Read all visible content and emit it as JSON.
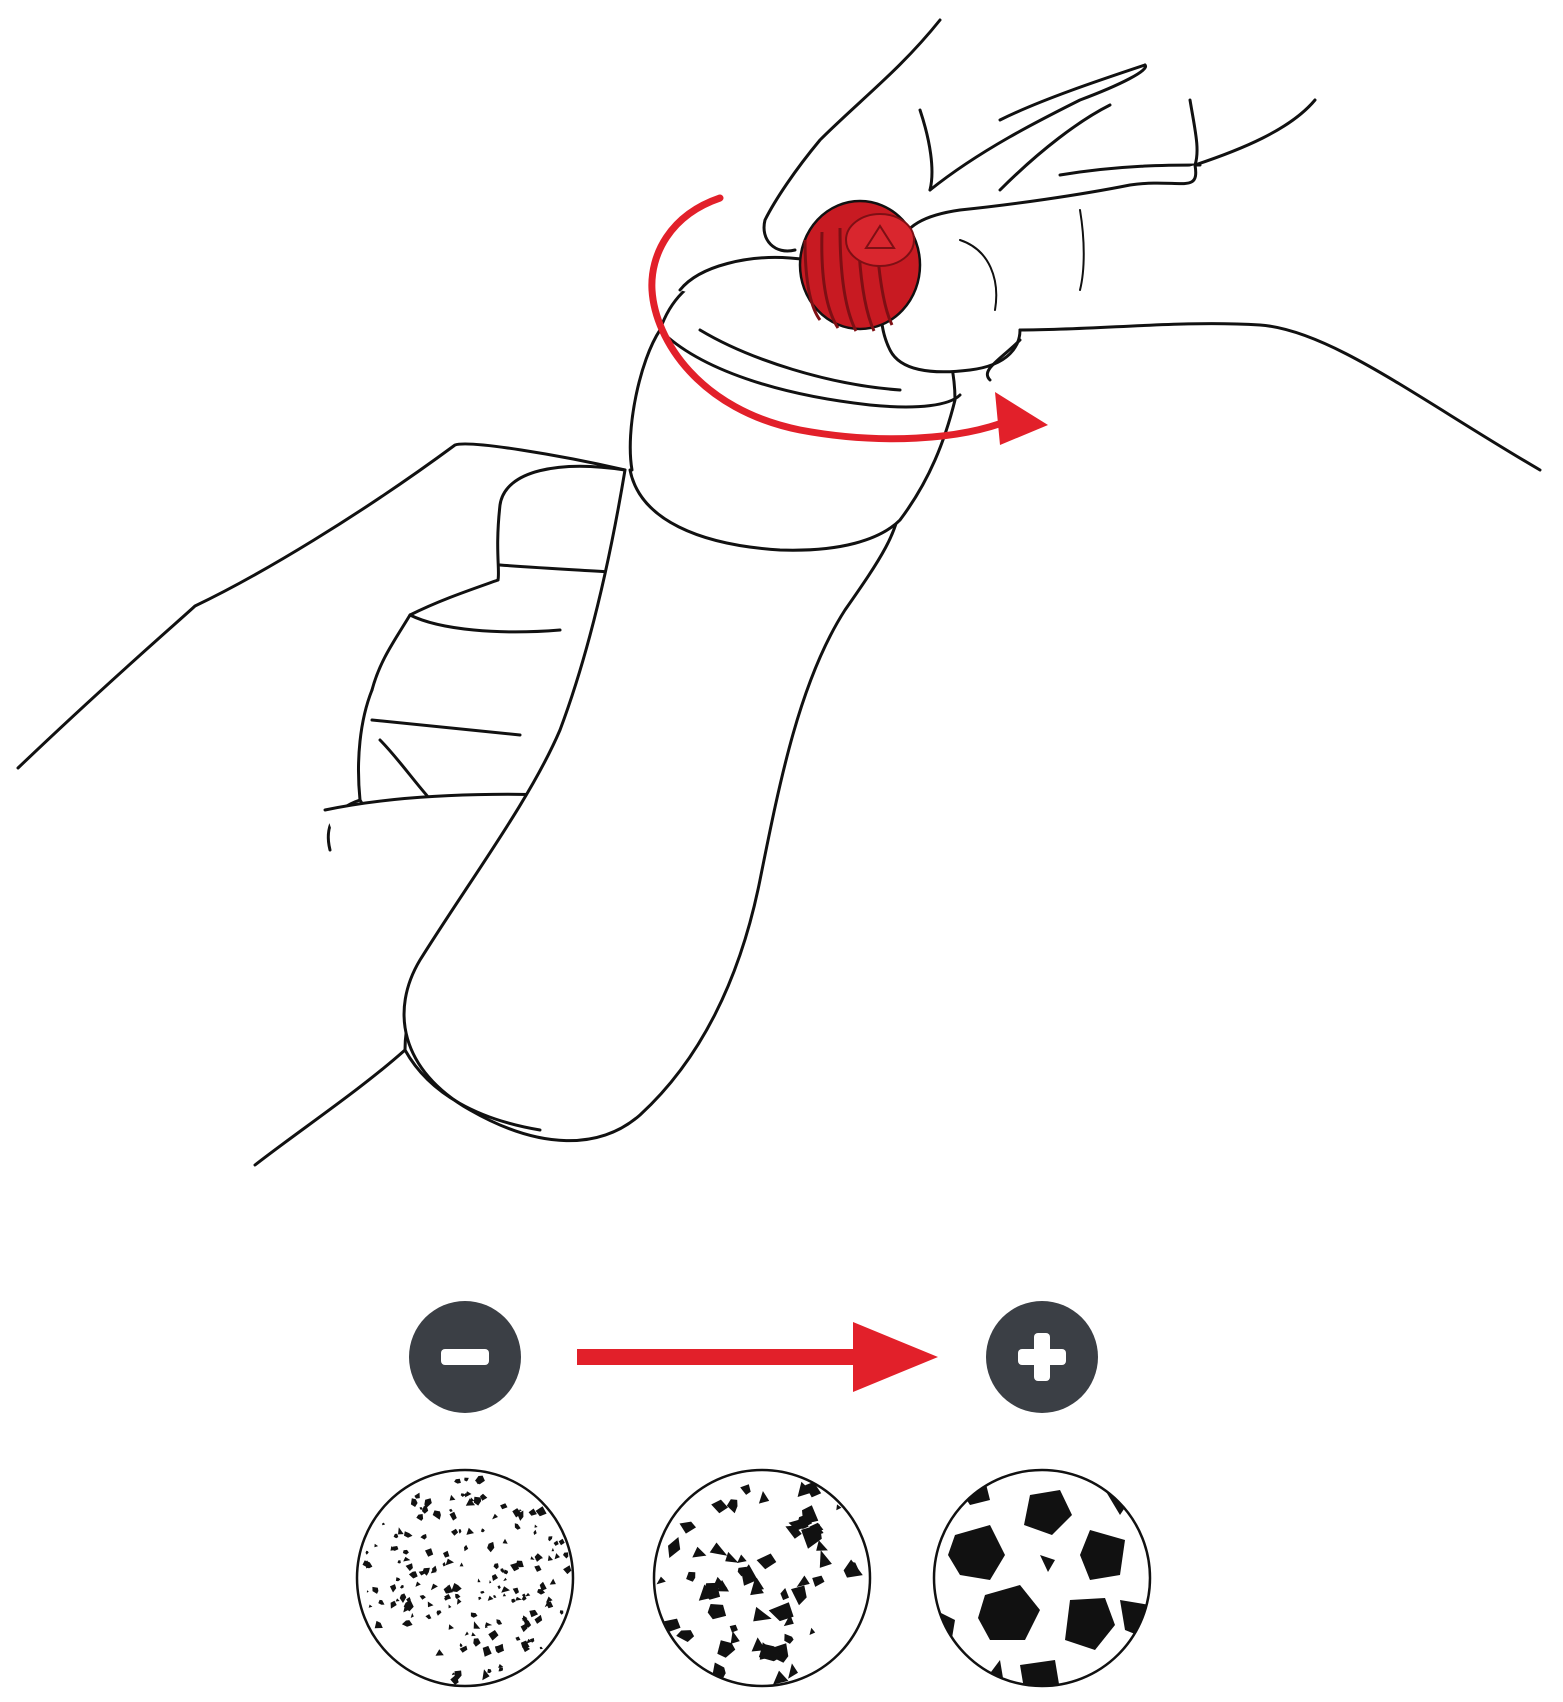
{
  "colors": {
    "accent": "#e2202a",
    "knob": "#c81a22",
    "badge": "#3b3f45",
    "ink": "#111111",
    "background": "#ffffff"
  },
  "icons": {
    "minus": "minus-icon",
    "plus": "plus-icon",
    "rotate_arrow": "rotation-arrow-icon",
    "direction_arrow": "arrow-right-icon"
  },
  "grind_levels": [
    {
      "name": "fine"
    },
    {
      "name": "medium"
    },
    {
      "name": "coarse"
    }
  ]
}
